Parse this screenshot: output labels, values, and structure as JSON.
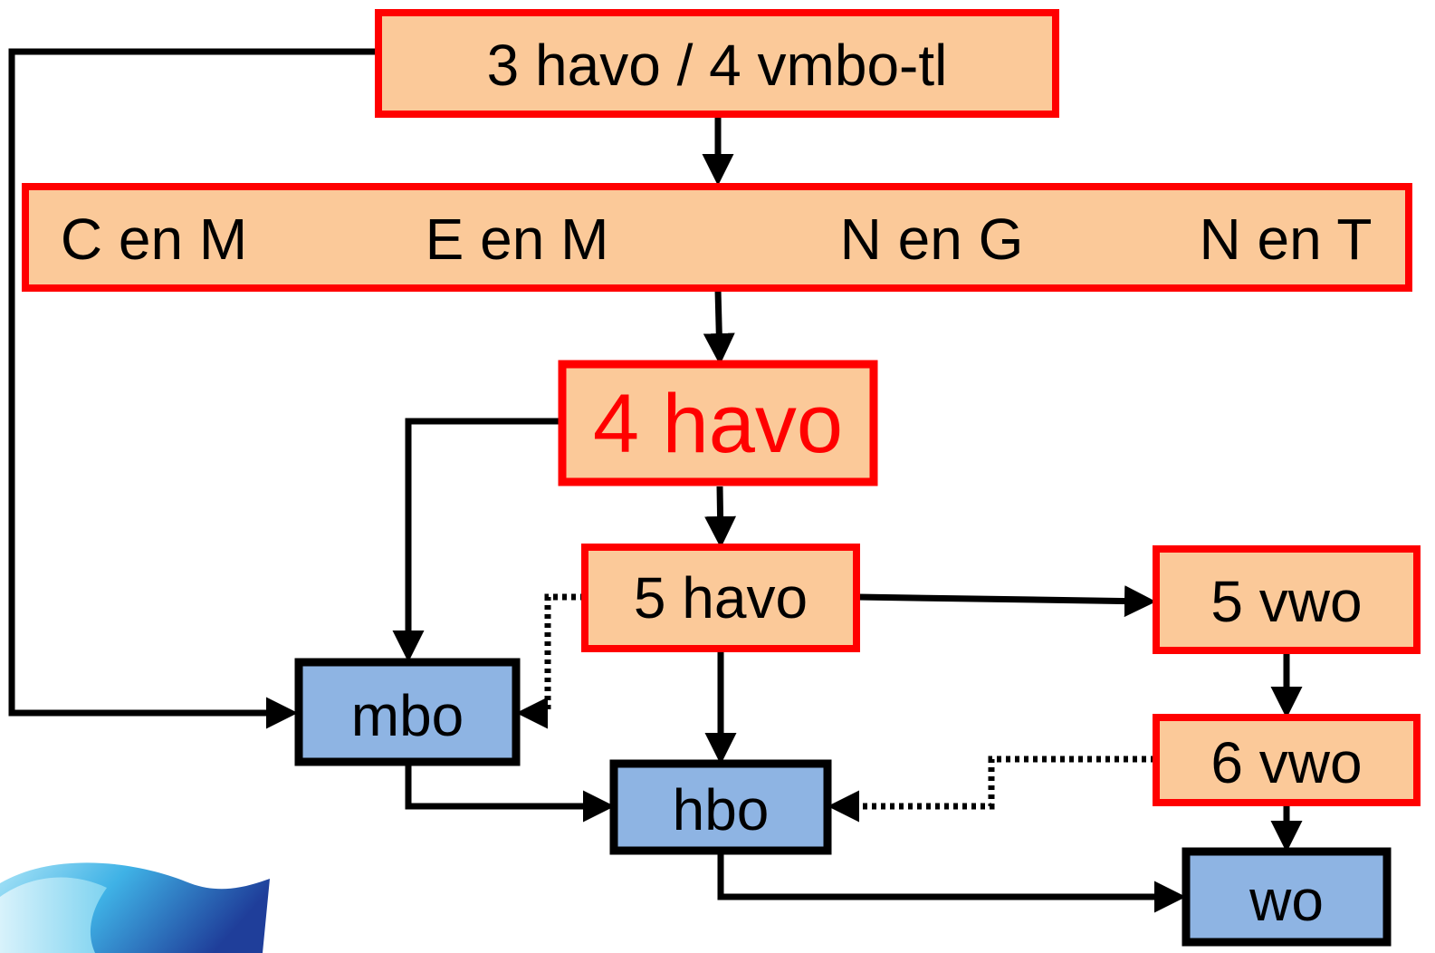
{
  "colors": {
    "stage_fill": "#FBC999",
    "stage_border": "#FF0000",
    "destination_fill": "#8EB4E3",
    "destination_border": "#000000",
    "highlight_text": "#FF0000",
    "logo_light": "#7FD3F0",
    "logo_dark": "#1F3E9A"
  },
  "nodes": {
    "start": "3 havo / 4 vmbo-tl",
    "profiles": {
      "cm": "C en M",
      "em": "E en M",
      "ng": "N en G",
      "nt": "N en T"
    },
    "havo4": "4 havo",
    "havo5": "5 havo",
    "vwo5": "5 vwo",
    "vwo6": "6 vwo",
    "mbo": "mbo",
    "hbo": "hbo",
    "wo": "wo"
  },
  "edges": [
    {
      "from": "start",
      "to": "profiles",
      "style": "solid"
    },
    {
      "from": "profiles",
      "to": "havo4",
      "style": "solid"
    },
    {
      "from": "havo4",
      "to": "havo5",
      "style": "solid"
    },
    {
      "from": "havo4",
      "to": "mbo",
      "style": "solid"
    },
    {
      "from": "start",
      "to": "mbo",
      "style": "solid"
    },
    {
      "from": "havo5",
      "to": "vwo5",
      "style": "solid"
    },
    {
      "from": "havo5",
      "to": "hbo",
      "style": "solid"
    },
    {
      "from": "havo5",
      "to": "mbo",
      "style": "dotted"
    },
    {
      "from": "vwo5",
      "to": "vwo6",
      "style": "solid"
    },
    {
      "from": "vwo6",
      "to": "wo",
      "style": "solid"
    },
    {
      "from": "vwo6",
      "to": "hbo",
      "style": "dotted"
    },
    {
      "from": "mbo",
      "to": "hbo",
      "style": "solid"
    },
    {
      "from": "hbo",
      "to": "wo",
      "style": "solid"
    }
  ],
  "logo": "logo-wave-icon"
}
